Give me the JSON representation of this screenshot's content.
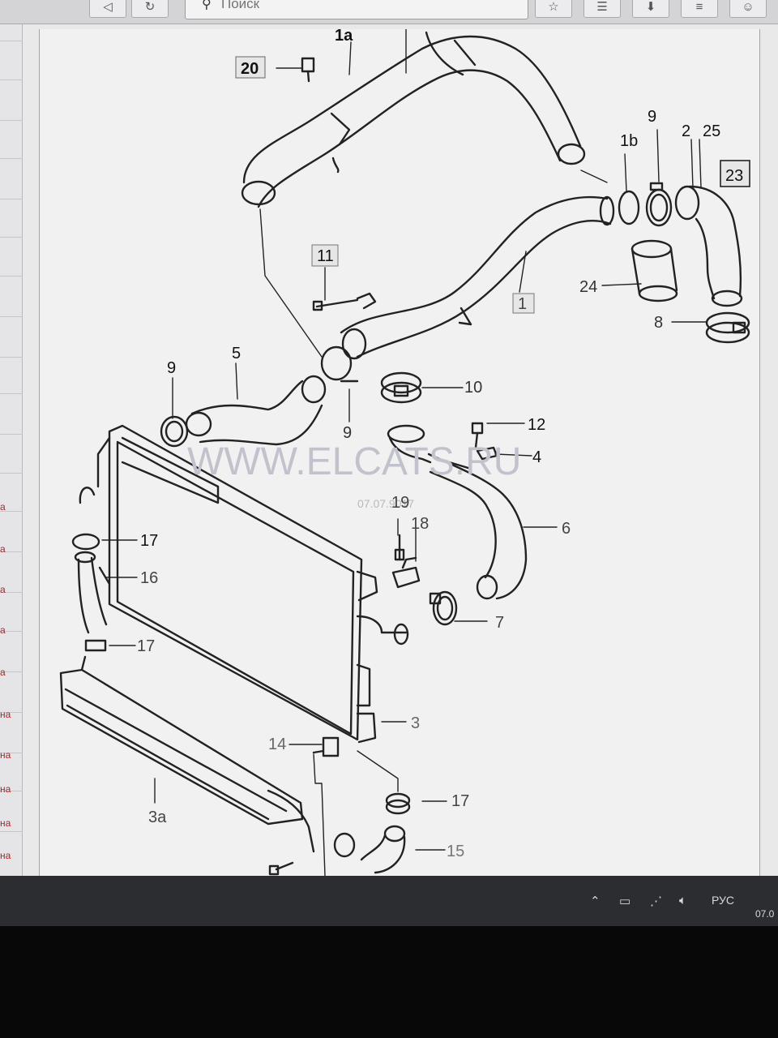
{
  "browser": {
    "search_placeholder": "Поиск",
    "back_icon": "back-arrow-icon",
    "refresh_icon": "refresh-icon"
  },
  "left_links": [
    "а",
    "а",
    "а",
    "а",
    "а",
    "на",
    "на",
    "на",
    "на",
    "на"
  ],
  "diagram": {
    "watermark": "WWW.ELCATS.RU",
    "code": "07.07.9017",
    "callouts": {
      "c20": "20",
      "c1a": "1a",
      "c9a": "9",
      "c1b": "1b",
      "c2": "2",
      "c25": "25",
      "c23": "23",
      "c11": "11",
      "c1": "1",
      "c24": "24",
      "c8": "8",
      "c9b": "9",
      "c5": "5",
      "c9c": "9",
      "c10": "10",
      "c12": "12",
      "c4": "4",
      "c19": "19",
      "c18": "18",
      "c6": "6",
      "c17a": "17",
      "c16": "16",
      "c17b": "17",
      "c7": "7",
      "c3": "3",
      "c14": "14",
      "c3a": "3a",
      "c17c": "17",
      "c15": "15"
    }
  },
  "taskbar": {
    "language": "РУС",
    "clock": "07.0"
  }
}
